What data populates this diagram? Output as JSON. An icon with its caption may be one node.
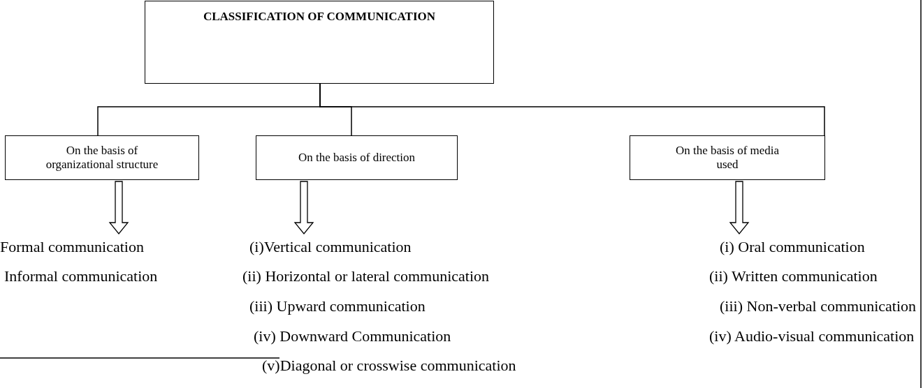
{
  "diagram": {
    "nodes": [
      {
        "text": [
          "CLASSIFICATION OF COMMUNICATION"
        ]
      },
      {
        "text": [
          "On the basis of organizational structure"
        ]
      },
      {
        "text": [
          "On the basis of direction"
        ]
      },
      {
        "text": [
          "On the basis of media used"
        ]
      },
      {
        "text": [
          "Formal communication",
          "Informal communication"
        ]
      },
      {
        "text": [
          "(i)Vertical communication",
          "(ii) Horizontal or lateral communication",
          "(iii) Upward communication",
          "(iv) Downward Communication",
          "(v)Diagonal or crosswise communication"
        ]
      },
      {
        "text": [
          "(i) Oral communication",
          "(ii) Written communication",
          "(iii) Non-verbal communication",
          "(iv) Audio-visual communication"
        ]
      }
    ],
    "edges": [
      {
        "from": 0,
        "to": 1,
        "arrow": "none"
      },
      {
        "from": 0,
        "to": 2,
        "arrow": "none"
      },
      {
        "from": 0,
        "to": 3,
        "arrow": "none"
      },
      {
        "from": 1,
        "to": 4,
        "arrow": "to",
        "style": "thick"
      },
      {
        "from": 2,
        "to": 5,
        "arrow": "to",
        "style": "thick"
      },
      {
        "from": 3,
        "to": 6,
        "arrow": "to",
        "style": "thick"
      }
    ]
  }
}
